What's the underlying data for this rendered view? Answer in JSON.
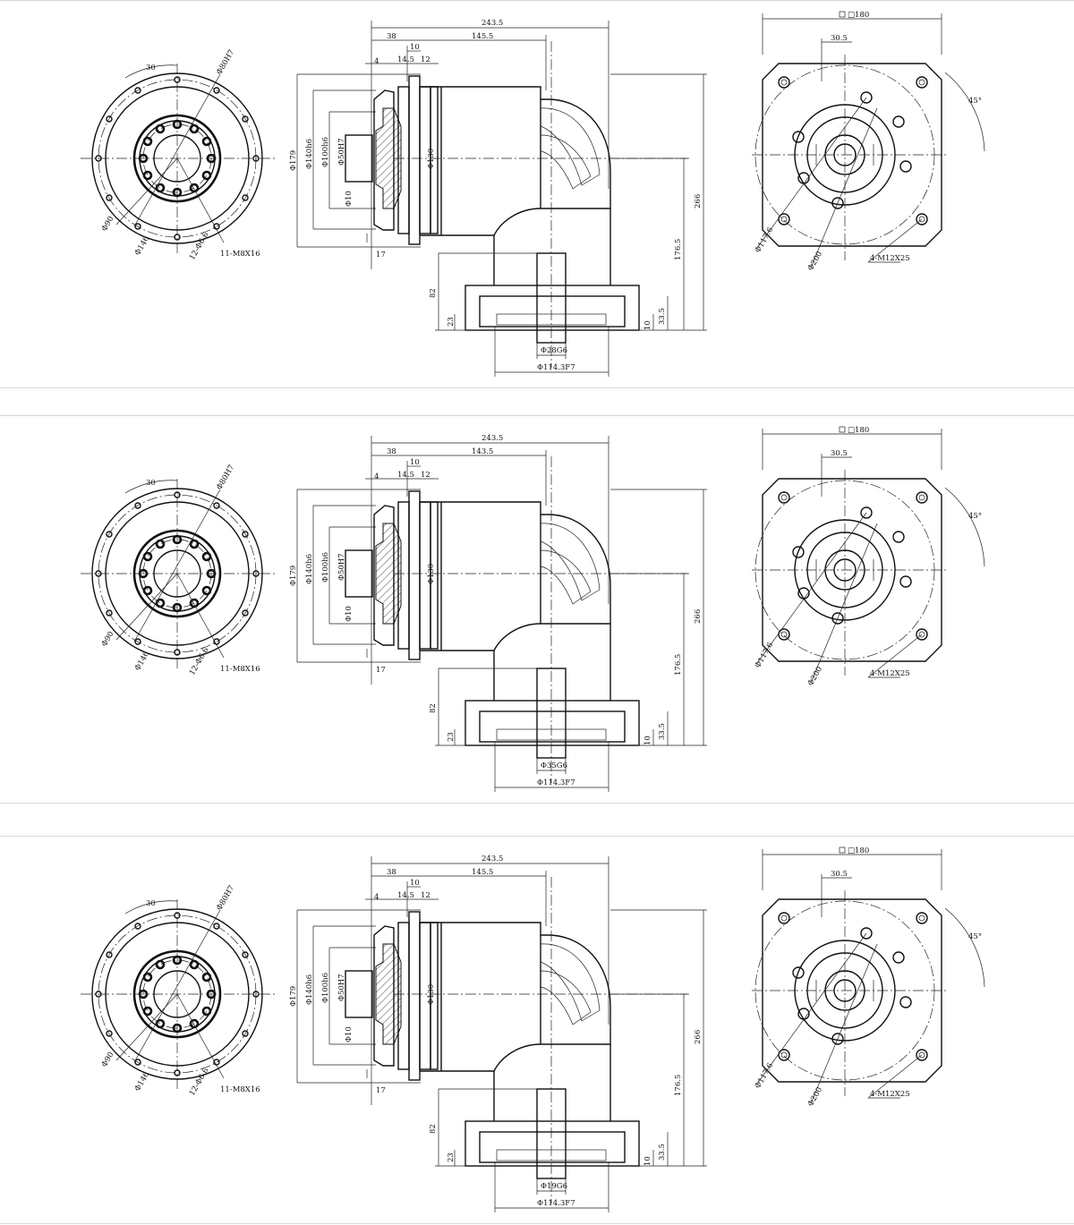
{
  "views": [
    {
      "id": "variant-1",
      "flange_view": {
        "pcd_angle": "30",
        "pcd_holes": "Φ80H7",
        "bolt_circle": "Φ146",
        "outer": "Φ90",
        "holes": "11-M8X16",
        "pin": "12-Φ6.6"
      },
      "side_view": {
        "total_length": "243.5",
        "d1": "38",
        "d2": "145.5",
        "d3": "10",
        "d4": "14.5",
        "d5": "12",
        "d6": "4",
        "dia_179": "Φ179",
        "dia_140": "Φ140h6",
        "dia_100": "Φ100h6",
        "dia_50": "Φ50H7",
        "dia_10": "Φ10",
        "dia_small": "Φ130",
        "height_266": "266",
        "height_176": "176.5",
        "d_17": "17",
        "d_82": "82",
        "d_23": "23",
        "d_10b": "10",
        "d_33": "33.5",
        "shaft": "Φ28G6",
        "base": "Φ114.3F7"
      },
      "end_view": {
        "square": "□180",
        "offset": "30.5",
        "angle": "45°",
        "bolt": "Φ117.6",
        "pcd": "Φ200",
        "tapped": "4-M12X25"
      }
    },
    {
      "id": "variant-2",
      "flange_view": {
        "pcd_angle": "30",
        "pcd_holes": "Φ80H7",
        "bolt_circle": "Φ146",
        "outer": "Φ90",
        "holes": "11-M8X16",
        "pin": "12-Φ6.6"
      },
      "side_view": {
        "total_length": "243.5",
        "d1": "38",
        "d2": "143.5",
        "d3": "10",
        "d4": "14.5",
        "d5": "12",
        "d6": "4",
        "dia_179": "Φ179",
        "dia_140": "Φ140h6",
        "dia_100": "Φ100h6",
        "dia_50": "Φ50H7",
        "dia_10": "Φ10",
        "dia_small": "Φ130",
        "height_266": "266",
        "height_176": "176.5",
        "d_17": "17",
        "d_82": "82",
        "d_23": "23",
        "d_10b": "10",
        "d_33": "33.5",
        "shaft": "Φ35G6",
        "base": "Φ114.3F7"
      },
      "end_view": {
        "square": "□180",
        "offset": "30.5",
        "angle": "45°",
        "bolt": "Φ117.6",
        "pcd": "Φ200",
        "tapped": "4-M12X25"
      }
    },
    {
      "id": "variant-3",
      "flange_view": {
        "pcd_angle": "30",
        "pcd_holes": "Φ80H7",
        "bolt_circle": "Φ146",
        "outer": "Φ90",
        "holes": "11-M8X16",
        "pin": "12-Φ6.6"
      },
      "side_view": {
        "total_length": "243.5",
        "d1": "38",
        "d2": "145.5",
        "d3": "10",
        "d4": "14.5",
        "d5": "12",
        "d6": "4",
        "dia_179": "Φ179",
        "dia_140": "Φ140h6",
        "dia_100": "Φ100h6",
        "dia_50": "Φ50H7",
        "dia_10": "Φ10",
        "dia_small": "Φ130",
        "height_266": "266",
        "height_176": "176.5",
        "d_17": "17",
        "d_82": "82",
        "d_23": "23",
        "d_10b": "10",
        "d_33": "33.5",
        "shaft": "Φ19G6",
        "base": "Φ114.3F7"
      },
      "end_view": {
        "square": "□180",
        "offset": "30.5",
        "angle": "45°",
        "bolt": "Φ117.6",
        "pcd": "Φ200",
        "tapped": "4-M12X25"
      }
    }
  ]
}
